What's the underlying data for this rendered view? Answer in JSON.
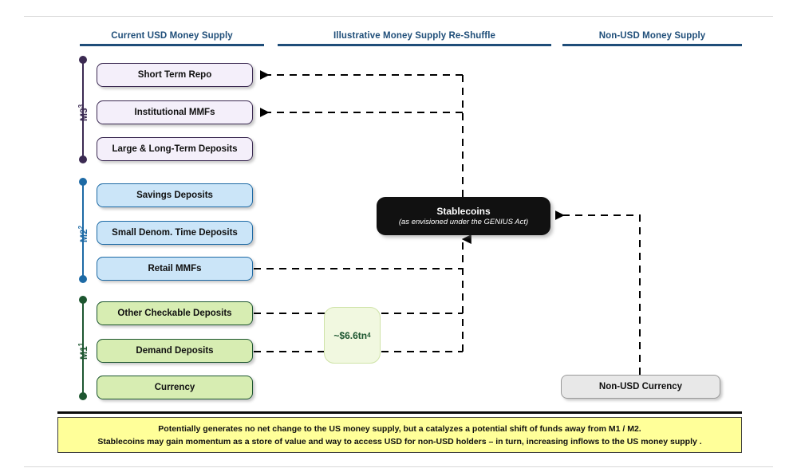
{
  "columns": {
    "current": "Current USD Money Supply",
    "reshuffle": "Illustrative Money Supply Re-Shuffle",
    "nonusd": "Non-USD Money Supply"
  },
  "groups": [
    {
      "id": "m3",
      "label": "M3",
      "superscript": "3",
      "color": "#3b2a52"
    },
    {
      "id": "m2",
      "label": "M2",
      "superscript": "2",
      "color": "#1d6aa5"
    },
    {
      "id": "m1",
      "label": "M1",
      "superscript": "1",
      "color": "#1d5630"
    }
  ],
  "money_supply_boxes": [
    {
      "label": "Short Term Repo",
      "group": "m3"
    },
    {
      "label": "Institutional MMFs",
      "group": "m3"
    },
    {
      "label": "Large & Long-Term Deposits",
      "group": "m3"
    },
    {
      "label": "Savings Deposits",
      "group": "m2"
    },
    {
      "label": "Small Denom. Time Deposits",
      "group": "m2"
    },
    {
      "label": "Retail MMFs",
      "group": "m2"
    },
    {
      "label": "Other Checkable Deposits",
      "group": "m1"
    },
    {
      "label": "Demand Deposits",
      "group": "m1"
    },
    {
      "label": "Currency",
      "group": "m1"
    }
  ],
  "stablecoins": {
    "title": "Stablecoins",
    "subtitle": "(as envisioned under the GENIUS Act)"
  },
  "amount": {
    "value": "~$6.6tn",
    "superscript": "4"
  },
  "nonusd_currency": {
    "label": "Non-USD Currency"
  },
  "footer": {
    "line1": "Potentially generates no net change to the US money supply, but a catalyzes a potential shift of funds away from M1 / M2.",
    "line2": "Stablecoins may gain momentum as a store of value and way to access USD for non-USD holders – in turn, increasing inflows to the US money supply ."
  },
  "colors": {
    "header_blue": "#1f4e79",
    "m3_border": "#3b2a52",
    "m3_fill": "#f4effa",
    "m2_border": "#1d6aa5",
    "m2_fill": "#cbe5f8",
    "m1_border": "#1d5630",
    "m1_fill": "#d7edb2",
    "stablecoin_fill": "#111111",
    "banner_fill": "#ffff99"
  }
}
